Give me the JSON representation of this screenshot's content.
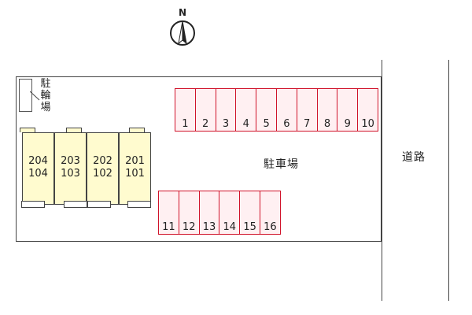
{
  "compass": {
    "label": "N",
    "icon": "north-arrow-icon"
  },
  "road": {
    "label": "道路"
  },
  "bicycle_parking": {
    "label_chars": [
      "駐",
      "輪",
      "場"
    ]
  },
  "parking_lot": {
    "label": "駐車場"
  },
  "units": [
    {
      "upper": "204",
      "lower": "104"
    },
    {
      "upper": "203",
      "lower": "103"
    },
    {
      "upper": "202",
      "lower": "102"
    },
    {
      "upper": "201",
      "lower": "101"
    }
  ],
  "stalls_top": [
    "1",
    "2",
    "3",
    "4",
    "5",
    "6",
    "7",
    "8",
    "9",
    "10"
  ],
  "stalls_bottom": [
    "11",
    "12",
    "13",
    "14",
    "15",
    "16"
  ],
  "colors": {
    "building_fill": "#fffbcf",
    "stall_fill": "#fff0f2",
    "stall_border": "#d0132a",
    "outline": "#444444"
  }
}
